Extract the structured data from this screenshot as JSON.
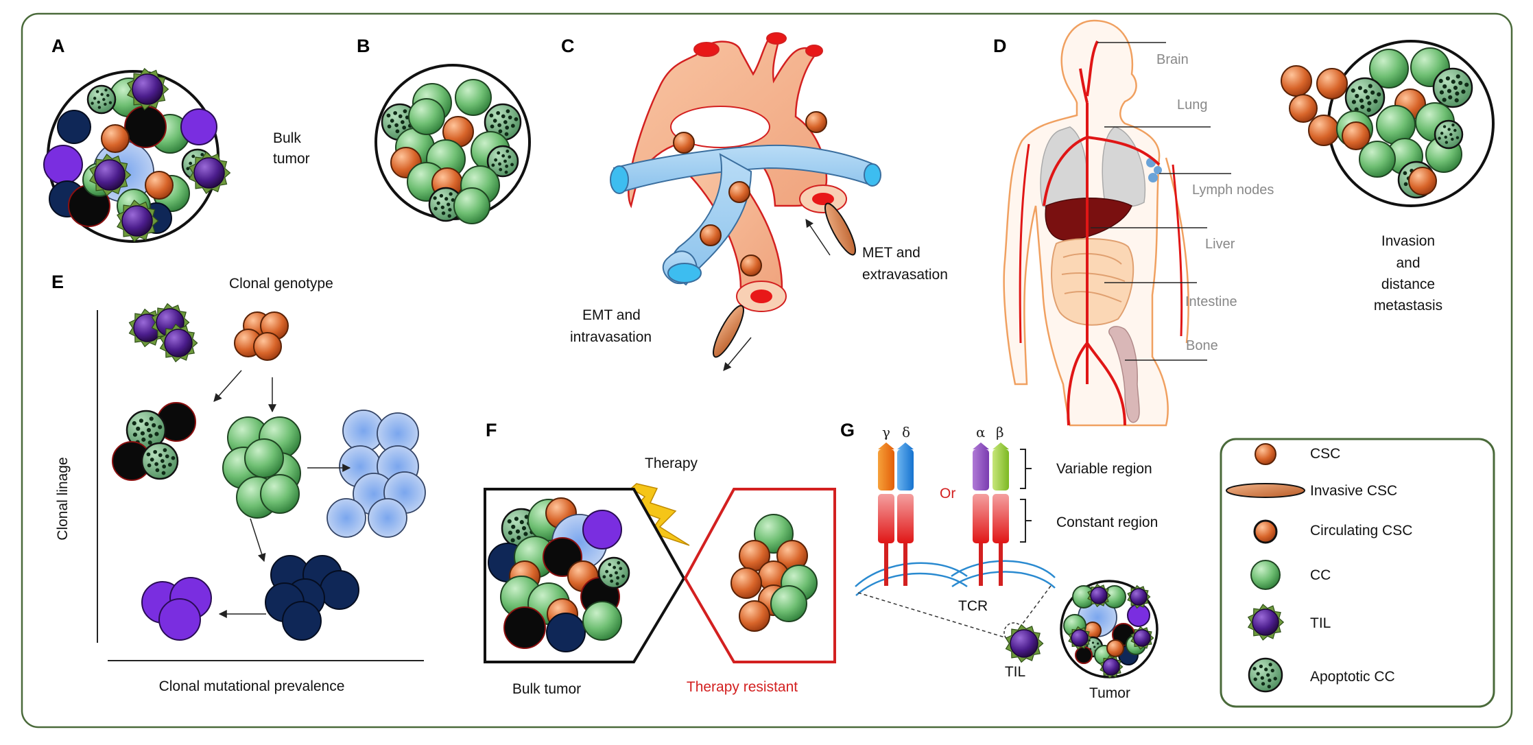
{
  "panels": {
    "a": {
      "letter": "A",
      "label_line1": "Bulk",
      "label_line2": "tumor"
    },
    "b": {
      "letter": "B"
    },
    "c": {
      "letter": "C",
      "met_line1": "MET and",
      "met_line2": "extravasation",
      "emt_line1": "EMT and",
      "emt_line2": "intravasation"
    },
    "d": {
      "letter": "D",
      "organs": [
        "Brain",
        "Lung",
        "Lymph nodes",
        "Liver",
        "Intestine",
        "Bone"
      ],
      "meta_line1": "Invasion",
      "meta_line2": "and",
      "meta_line3": "distance",
      "meta_line4": "metastasis"
    },
    "e": {
      "letter": "E",
      "genotype": "Clonal genotype",
      "lineage": "Clonal linage",
      "prevalence": "Clonal mutational prevalence"
    },
    "f": {
      "letter": "F",
      "therapy": "Therapy",
      "bulk": "Bulk tumor",
      "resistant": "Therapy resistant"
    },
    "g": {
      "letter": "G",
      "gamma": "γ",
      "delta": "δ",
      "alpha": "α",
      "beta": "β",
      "or": "Or",
      "variable": "Variable region",
      "constant": "Constant region",
      "tcr": "TCR",
      "til": "TIL",
      "tumor": "Tumor"
    }
  },
  "legend": {
    "items": [
      "CSC",
      "Invasive CSC",
      "Circulating CSC",
      "CC",
      "TIL",
      "Apoptotic CC"
    ]
  },
  "colors": {
    "csc": "#d2622a",
    "cc": "#6fbf73",
    "til": "#4b1d8c",
    "apoptotic": "#5c9e6e",
    "navy": "#0e2a5c",
    "violet": "#7a2ee0",
    "lightblue": "#aac4ea",
    "vessel": "#f2b08a",
    "vein": "#7ec3ee",
    "frame": "#4a6a3a",
    "resistant": "#d32020"
  }
}
